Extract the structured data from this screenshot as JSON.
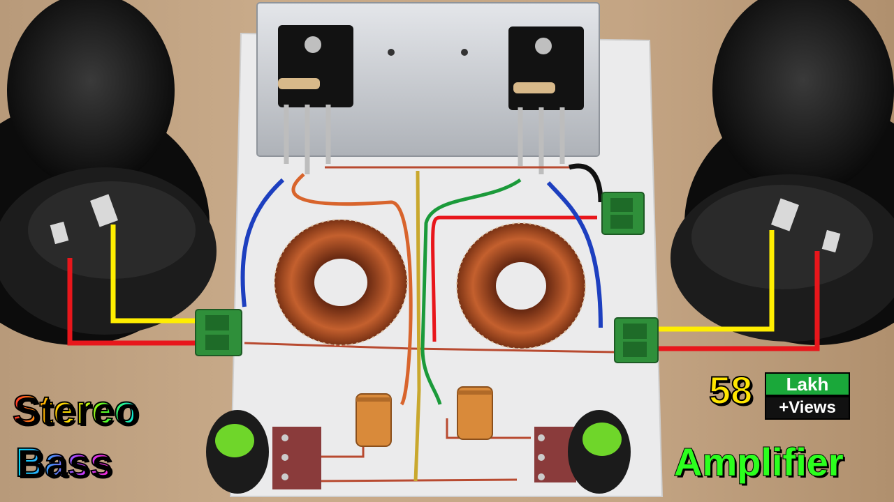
{
  "thumbnail": {
    "title_line_1": "Stereo",
    "title_line_2": "Bass",
    "title_right": "Amplifier",
    "views_number": "58",
    "views_unit": "Lakh",
    "views_suffix": "+Views"
  },
  "colors": {
    "wire_red": "#e8161b",
    "wire_yellow": "#ffee00",
    "wire_blue": "#1d3fbf",
    "wire_green": "#1b9a3a",
    "copper": "#b8522a",
    "terminal_green": "#2f8f3a",
    "knob_green": "#6fd62a",
    "board": "#e9e9ea",
    "heatsink": "#cfd2d6"
  },
  "icons": [
    "speaker-icon",
    "heatsink-icon",
    "transistor-icon",
    "toroid-coil-icon",
    "terminal-block-icon",
    "capacitor-icon",
    "potentiometer-icon"
  ]
}
